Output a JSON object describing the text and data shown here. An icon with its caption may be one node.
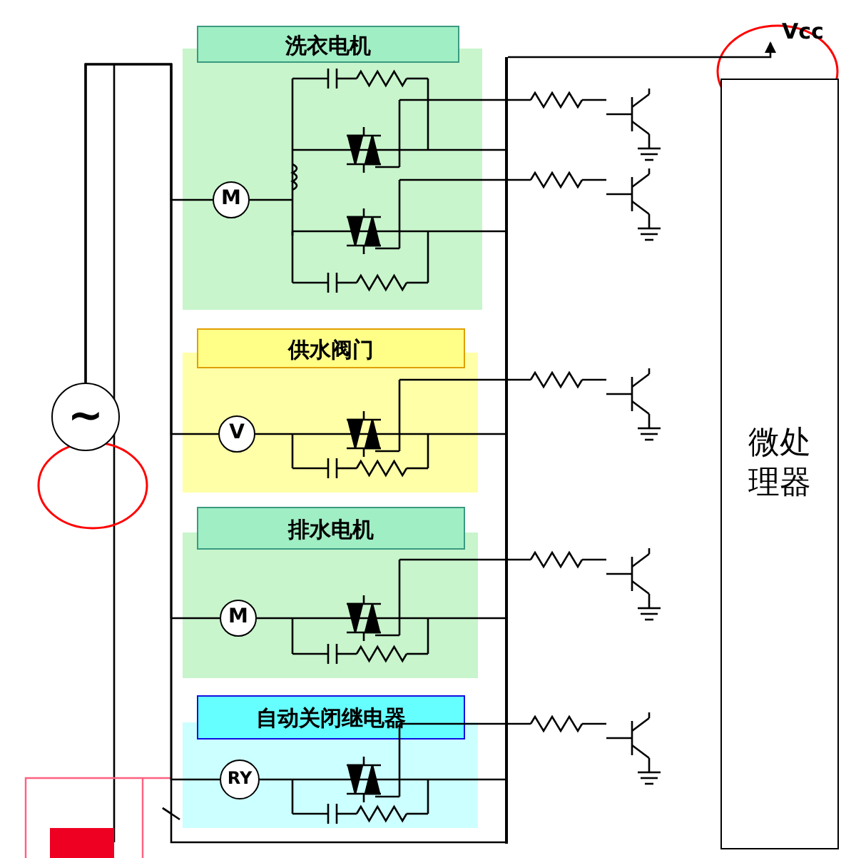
{
  "diagram": {
    "nodes": [
      {
        "text": [
          "洗衣电机"
        ]
      },
      {
        "text": [
          "M"
        ],
        "in": 0
      },
      {
        "text": [
          "供水阀门"
        ]
      },
      {
        "text": [
          "V"
        ],
        "in": 2
      },
      {
        "text": [
          "排水电机"
        ]
      },
      {
        "text": [
          "M"
        ],
        "in": 4
      },
      {
        "text": [
          "自动关闭继电器"
        ]
      },
      {
        "text": [
          "RY"
        ],
        "in": 6
      },
      {
        "text": [
          "~"
        ]
      },
      {
        "text": [
          "微处理器"
        ]
      },
      {
        "text": [],
        "shape": "bar"
      },
      {
        "text": [
          "Vcc"
        ]
      }
    ],
    "edges": [
      {
        "from": 8,
        "to": 1,
        "arrow": "none"
      },
      {
        "from": 8,
        "to": 3,
        "arrow": "none"
      },
      {
        "from": 8,
        "to": 5,
        "arrow": "none"
      },
      {
        "from": 8,
        "to": 7,
        "arrow": "none"
      },
      {
        "from": 8,
        "to": 10,
        "arrow": "none"
      },
      {
        "from": 10,
        "to": 11,
        "arrow": "to"
      }
    ]
  }
}
